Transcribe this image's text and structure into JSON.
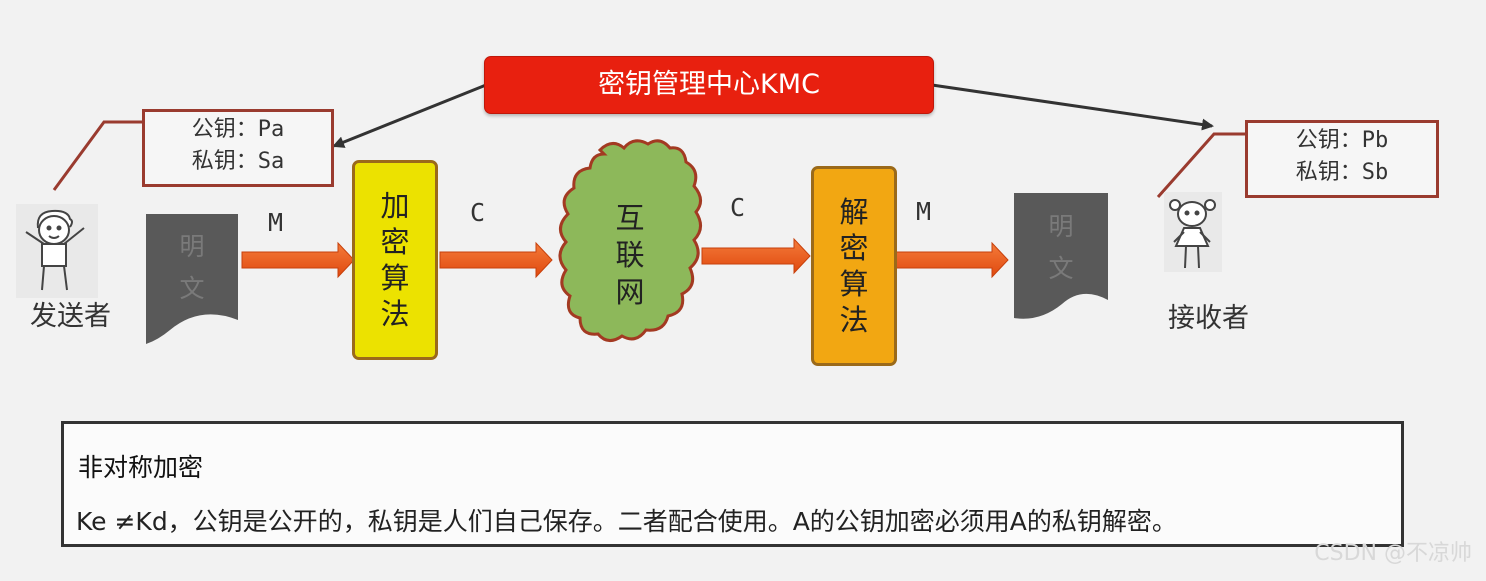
{
  "kmc": {
    "label": "密钥管理中心KMC"
  },
  "sender": {
    "label": "发送者",
    "public_key": "公钥：Pa",
    "private_key": "私钥：Sa"
  },
  "receiver": {
    "label": "接收者",
    "public_key": "公钥：Pb",
    "private_key": "私钥：Sb"
  },
  "flow": {
    "plaintext_left": [
      "明",
      "文"
    ],
    "plaintext_right": [
      "明",
      "文"
    ],
    "label_m_left": "M",
    "label_c_left": "C",
    "label_c_right": "C",
    "label_m_right": "M",
    "encrypt": [
      "加",
      "密",
      "算",
      "法"
    ],
    "decrypt": [
      "解",
      "密",
      "算",
      "法"
    ],
    "internet": [
      "互",
      "联",
      "网"
    ]
  },
  "info": {
    "title": "非对称加密",
    "body": "Ke  ≠Kd，公钥是公开的，私钥是人们自己保存。二者配合使用。A的公钥加密必须用A的私钥解密。"
  },
  "watermark": "CSDN @不凉帅",
  "colors": {
    "kmc": "#e8200f",
    "encrypt": "#ece200",
    "decrypt": "#f2a712",
    "cloud": "#8db85a",
    "arrow": "#ee5a1c",
    "doc": "#595959"
  }
}
